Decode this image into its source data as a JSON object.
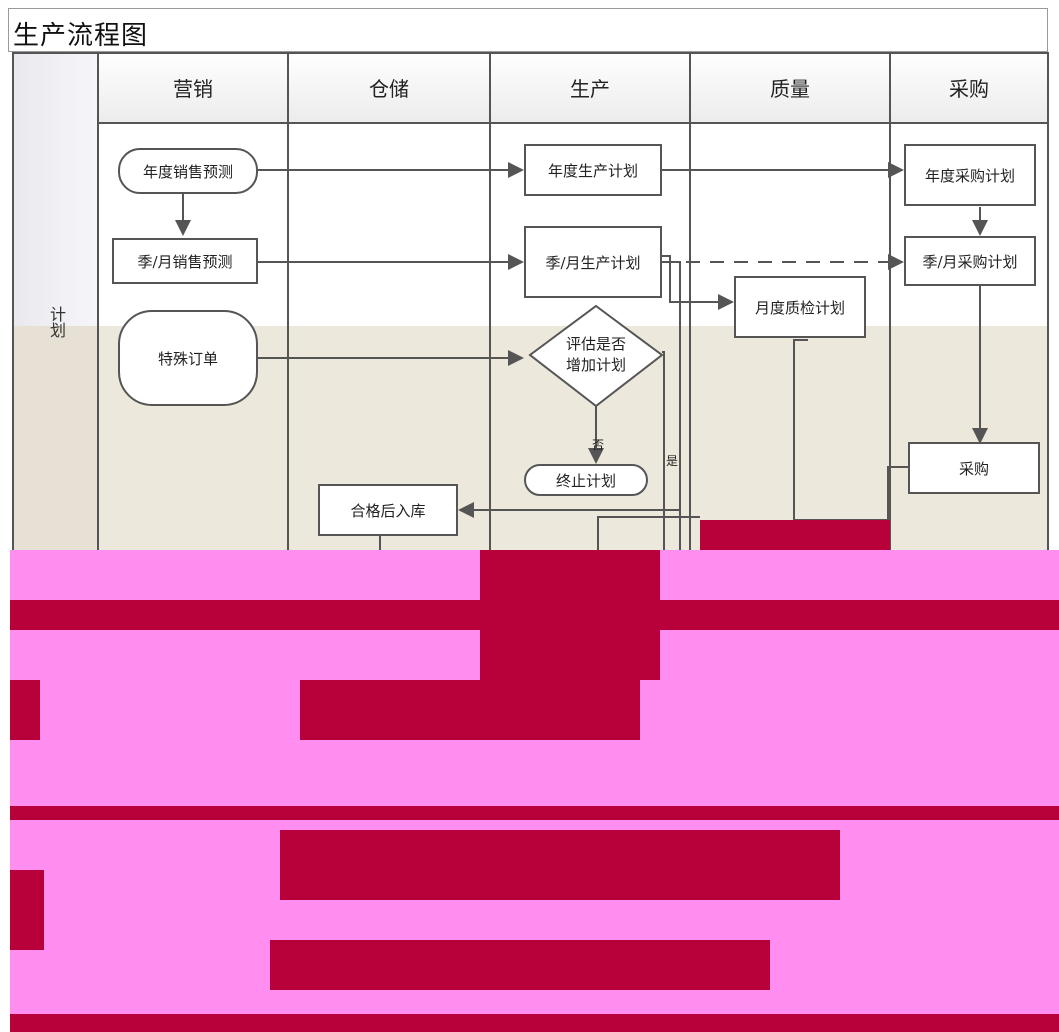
{
  "title": "生产流程图",
  "lanes": [
    "营销",
    "仓储",
    "生产",
    "质量",
    "采购"
  ],
  "phase_label": "计划",
  "nodes": {
    "annual_sales_forecast": "年度销售预测",
    "quarterly_sales_forecast": "季/月销售预测",
    "special_order": "特殊订单",
    "annual_production_plan": "年度生产计划",
    "quarterly_production_plan": "季/月生产计划",
    "evaluate_add_plan": "评估是否增加计划",
    "terminate_plan": "终止计划",
    "monthly_quality_plan": "月度质检计划",
    "annual_purchase_plan": "年度采购计划",
    "quarterly_purchase_plan": "季/月采购计划",
    "purchase": "采购",
    "store_after_pass": "合格后入库"
  },
  "decision_branches": {
    "no": "否",
    "yes": "是"
  },
  "colors": {
    "overlay_pink": "#ff8ef0",
    "overlay_crimson": "#b8003a",
    "phase_band": "#ede8dc",
    "line": "#555555"
  }
}
